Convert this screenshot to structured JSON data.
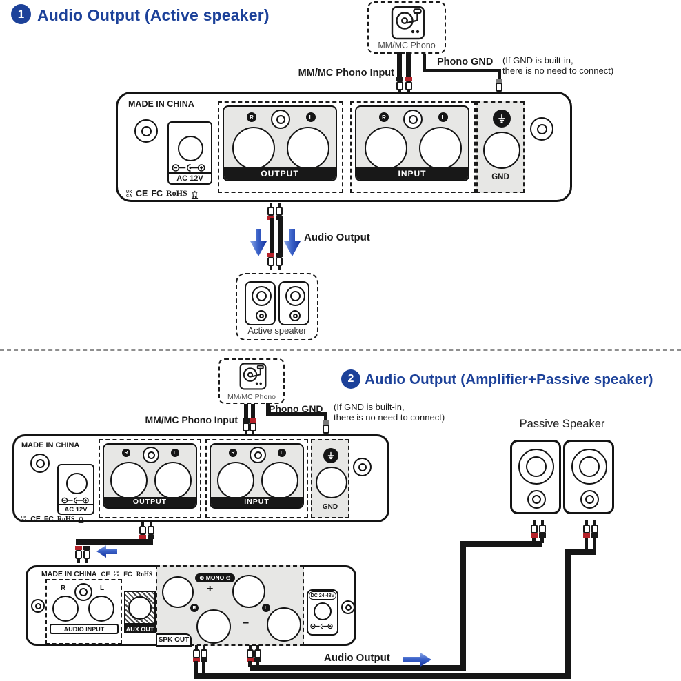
{
  "section1": {
    "badge": "1",
    "title": "Audio Output (Active speaker)",
    "speaker_label": "Active speaker"
  },
  "section2": {
    "badge": "2",
    "title": "Audio Output (Amplifier+Passive speaker)",
    "speaker_label": "Passive Speaker"
  },
  "shared": {
    "phono_source_label": "MM/MC Phono",
    "phono_input_label": "MM/MC Phono Input",
    "phono_gnd_label": "Phono GND",
    "gnd_note_line1": "(If GND is built-in,",
    "gnd_note_line2": "there is no need to connect)",
    "audio_output_label": "Audio Output"
  },
  "preamp": {
    "made_in": "MADE IN CHINA",
    "power_label": "AC 12V",
    "output_label": "OUTPUT",
    "input_label": "INPUT",
    "gnd_label": "GND",
    "right": "R",
    "left": "L"
  },
  "amplifier": {
    "audio_input_label": "AUDIO INPUT",
    "aux_out_label": "AUX OUT",
    "spk_out_label": "SPK OUT",
    "mono_pill": "⊕ MONO ⊖",
    "plus": "+",
    "minus": "−",
    "dc_label": "DC 24-48V"
  },
  "certs": {
    "ukca_top": "UK",
    "ukca_bottom": "CA",
    "ce": "CE",
    "fcc": "FC",
    "rohs": "RoHS"
  },
  "colors": {
    "title_blue": "#1c4199",
    "arrow_blue_dark": "#16349f",
    "arrow_blue_light": "#8fa9e6",
    "red_band": "#b5222a",
    "panel_gray": "#e7e7e5"
  }
}
